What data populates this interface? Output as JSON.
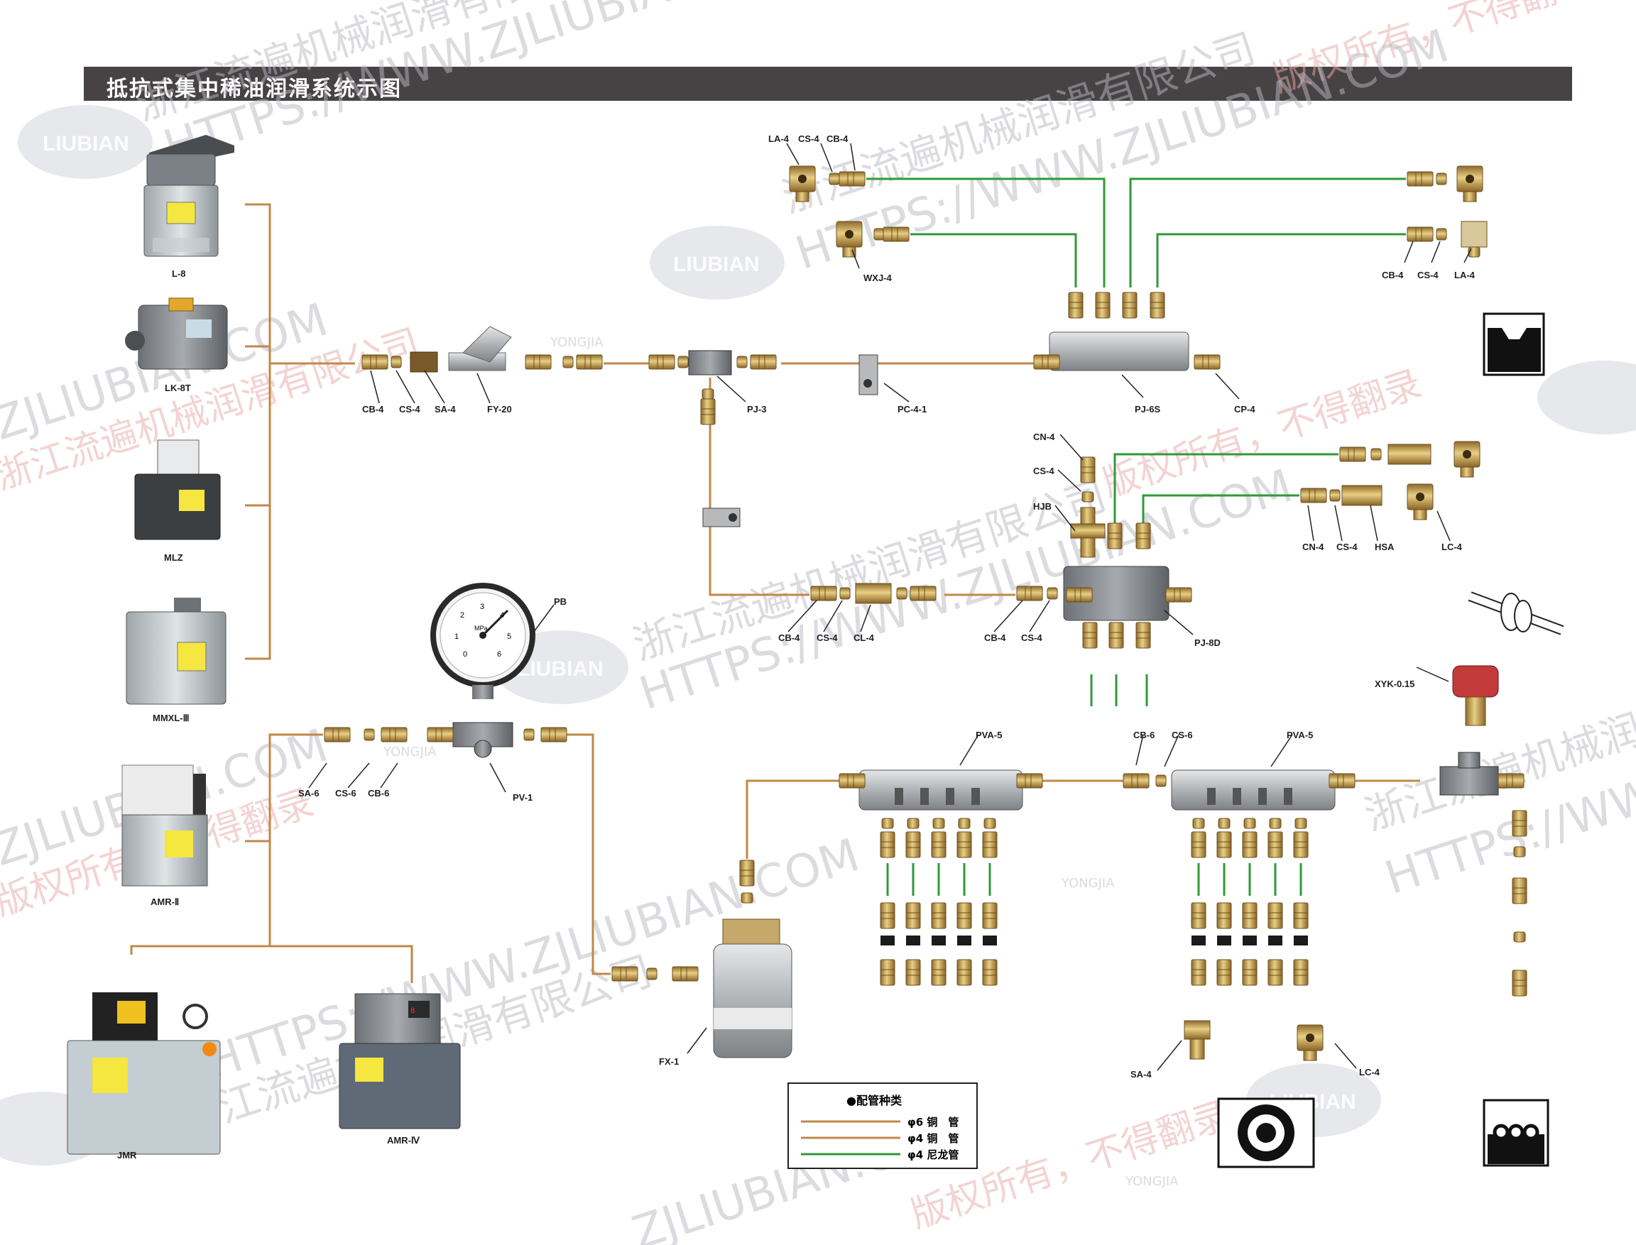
{
  "title": "抵抗式集中稀油润滑系统示图",
  "colors": {
    "copper_pipe": "#c0884a",
    "nylon_pipe": "#2e9a3a",
    "title_bar": "#474243",
    "brass": "#c4a055",
    "aluminum": "#b4b6b8"
  },
  "pumps": [
    {
      "id": "L-8",
      "label": "L-8"
    },
    {
      "id": "LK-8T",
      "label": "LK-8T"
    },
    {
      "id": "MLZ",
      "label": "MLZ"
    },
    {
      "id": "MMXL-III",
      "label": "MMXL-Ⅲ"
    },
    {
      "id": "AMR-II",
      "label": "AMR-Ⅱ"
    },
    {
      "id": "JMR",
      "label": "JMR"
    },
    {
      "id": "AMR-IV",
      "label": "AMR-Ⅳ"
    }
  ],
  "labels": {
    "la4_top": "LA-4",
    "cs4_top": "CS-4",
    "cb4_top": "CB-4",
    "wxj4": "WXJ-4",
    "cb4_r": "CB-4",
    "cs4_r": "CS-4",
    "la4_r": "LA-4",
    "cb4_a": "CB-4",
    "cs4_a": "CS-4",
    "sa4_a": "SA-4",
    "fy20": "FY-20",
    "pj3": "PJ-3",
    "pc41": "PC-4-1",
    "pj6s": "PJ-6S",
    "cp4": "CP-4",
    "cn4_top": "CN-4",
    "cs4_mid": "CS-4",
    "hjb": "HJB",
    "cn4_r": "CN-4",
    "cs4_r2": "CS-4",
    "hsa": "HSA",
    "lc4_top": "LC-4",
    "cb4_b": "CB-4",
    "cs4_b": "CS-4",
    "cl4": "CL-4",
    "cb4_c": "CB-4",
    "cs4_c": "CS-4",
    "pj8d": "PJ-8D",
    "pb": "PB",
    "xyk": "XYK-0.15",
    "sa6": "SA-6",
    "cs6": "CS-6",
    "cb6": "CB-6",
    "pv1": "PV-1",
    "pva5_l": "PVA-5",
    "cb6_m": "CB-6",
    "cs6_m": "CS-6",
    "pva5_r": "PVA-5",
    "fx1": "FX-1",
    "sa4_bot": "SA-4",
    "lc4_bot": "LC-4"
  },
  "gauge": {
    "scale_labels": [
      "0",
      "1",
      "2",
      "3",
      "4",
      "5",
      "6"
    ],
    "unit": "MPa"
  },
  "legend": {
    "title": "●配管种类",
    "items": [
      {
        "text": "φ6 铜　管",
        "color": "#c0884a"
      },
      {
        "text": "φ4 铜　管",
        "color": "#c0884a"
      },
      {
        "text": "φ4 尼龙管",
        "color": "#2e9a3a"
      }
    ]
  },
  "watermarks": {
    "company": "浙江流遍机械润滑有限公司",
    "url": "HTTPS://WWW.ZJLIUBIAN.COM",
    "url_short": "ZJLIUBIAN.COM",
    "rights": "版权所有，不得翻录",
    "brand": "LIUBIAN",
    "brand2": "YONGJIA"
  }
}
